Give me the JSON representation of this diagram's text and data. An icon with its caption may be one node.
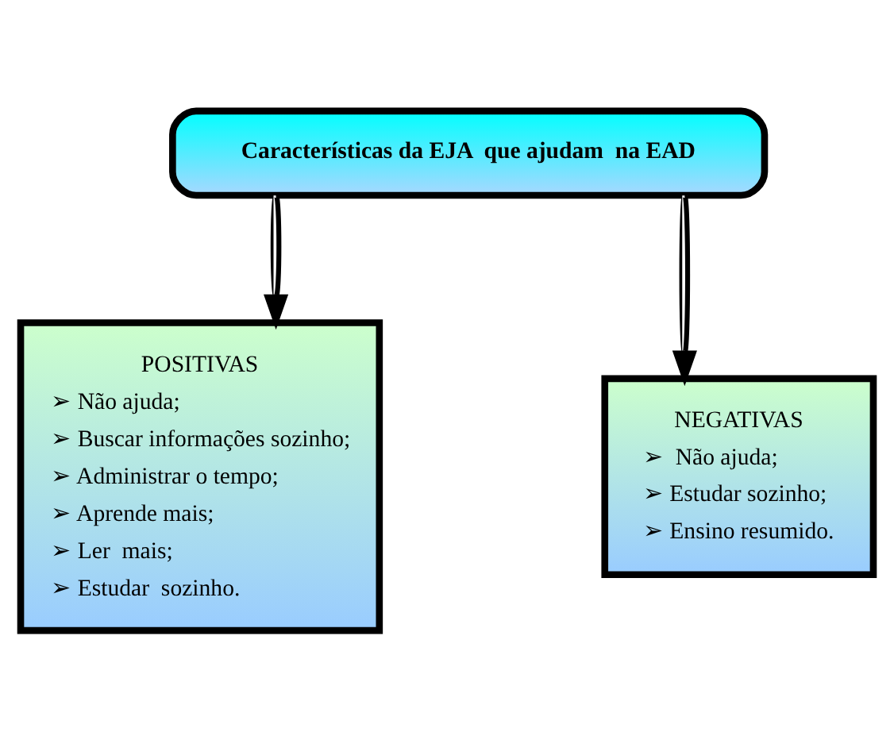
{
  "diagram": {
    "nodes": [
      {
        "text": [
          "Características da EJA  que ajudam  na EAD"
        ]
      },
      {
        "text": [
          "POSITIVAS",
          "➢ Não ajuda;",
          "➢ Buscar informações sozinho;",
          "➢ Administrar o tempo;",
          "➢ Aprende mais;",
          "➢ Ler  mais;",
          "➢ Estudar  sozinho."
        ]
      },
      {
        "text": [
          "NEGATIVAS",
          "➢  Não ajuda;",
          "➢ Estudar sozinho;",
          "➢ Ensino resumido."
        ]
      }
    ],
    "edges": [
      {
        "from": 0,
        "to": 1,
        "arrow": "to"
      },
      {
        "from": 0,
        "to": 2,
        "arrow": "to"
      }
    ]
  }
}
